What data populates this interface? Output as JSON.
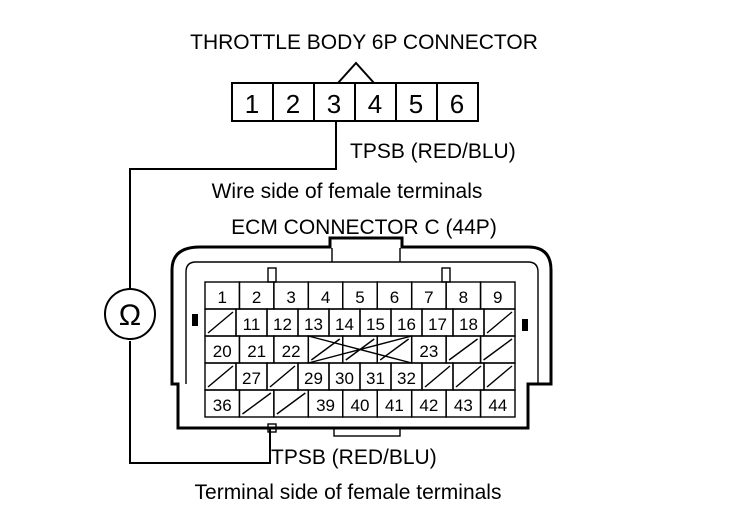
{
  "labels": {
    "throttle_connector": "THROTTLE BODY 6P CONNECTOR",
    "tpsb_top": "TPSB (RED/BLU)",
    "wire_side": "Wire side of female terminals",
    "ecm_connector": "ECM CONNECTOR C (44P)",
    "tpsb_bottom": "TPSB (RED/BLU)",
    "terminal_side": "Terminal side of female terminals",
    "ohm_symbol": "Ω"
  },
  "throttle_pins": [
    "1",
    "2",
    "3",
    "4",
    "5",
    "6"
  ],
  "ecm_rows": [
    [
      "1",
      "2",
      "3",
      "4",
      "5",
      "6",
      "7",
      "8",
      "9"
    ],
    [
      "",
      "11",
      "12",
      "13",
      "14",
      "15",
      "16",
      "17",
      "18",
      ""
    ],
    [
      "20",
      "21",
      "22",
      "",
      "",
      "",
      "23",
      "",
      ""
    ],
    [
      "",
      "27",
      "",
      "29",
      "30",
      "31",
      "32",
      "",
      "",
      ""
    ],
    [
      "36",
      "",
      "",
      "39",
      "40",
      "41",
      "42",
      "43",
      "44"
    ]
  ]
}
